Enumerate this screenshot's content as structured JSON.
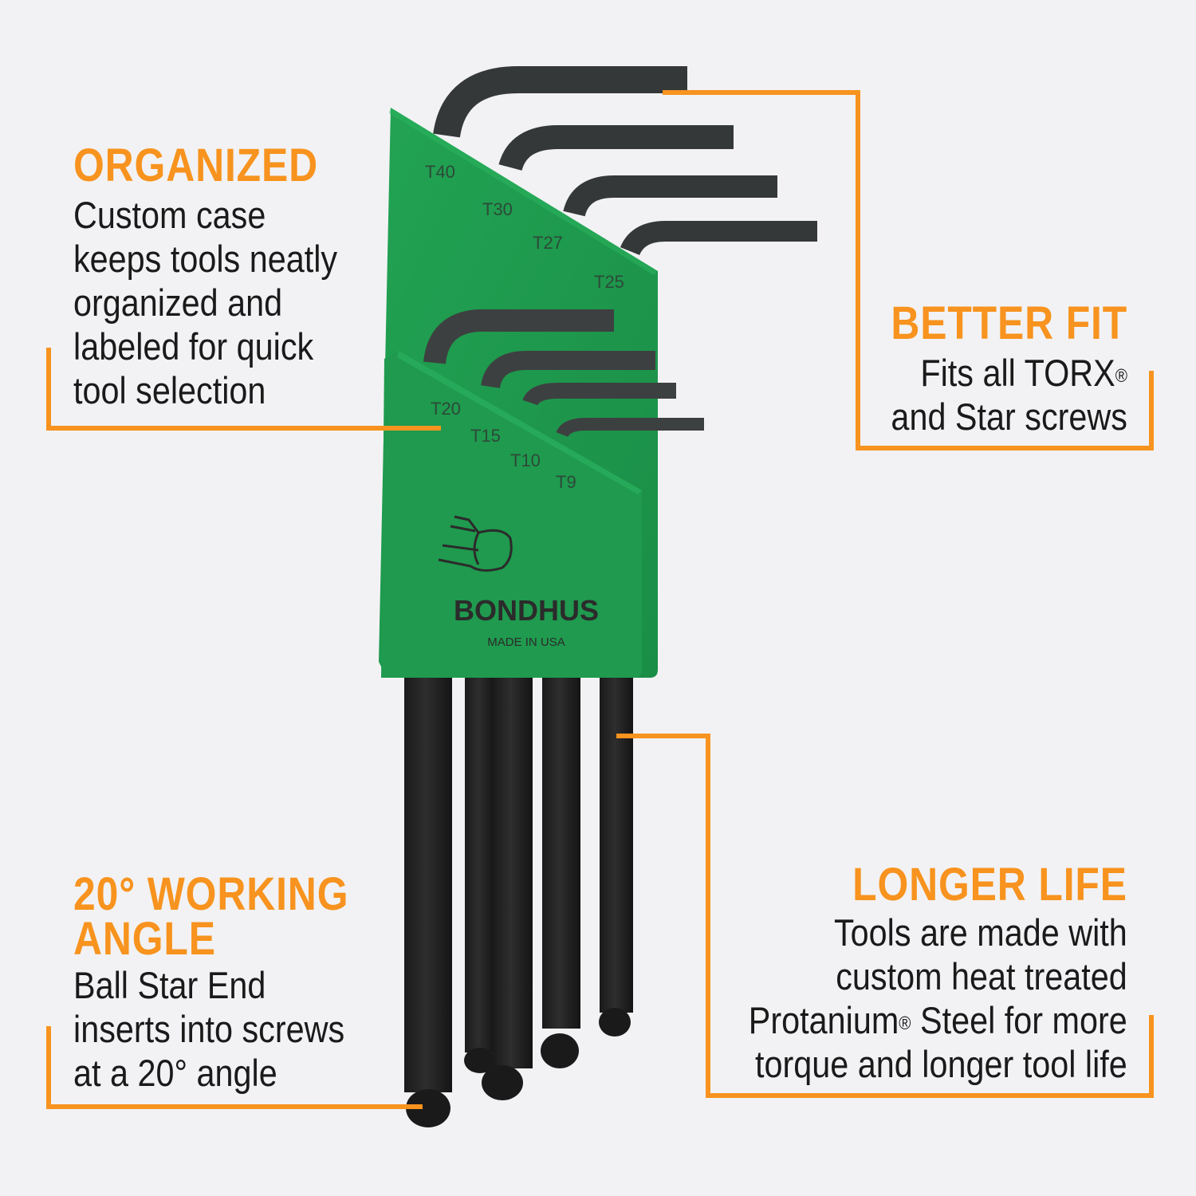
{
  "callouts": {
    "organized": {
      "title": "ORGANIZED",
      "lines": [
        "Custom case",
        "keeps tools neatly",
        "organized and",
        "labeled for quick",
        "tool selection"
      ]
    },
    "better_fit": {
      "title": "BETTER FIT",
      "line1_pre": "Fits all TORX",
      "line1_sup": "®",
      "line2": "and Star screws"
    },
    "working_angle": {
      "title_line1": "20° WORKING",
      "title_line2": "ANGLE",
      "lines": [
        "Ball Star End",
        "inserts into screws",
        "at a 20° angle"
      ]
    },
    "longer_life": {
      "title": "LONGER LIFE",
      "line1": "Tools are made with",
      "line2": "custom heat treated",
      "line3_pre": "Protanium",
      "line3_sup": "®",
      "line3_post": " Steel for more",
      "line4": "torque and longer tool life"
    }
  },
  "product": {
    "brand": "BONDHUS",
    "origin": "MADE IN USA",
    "upper_sizes": [
      "T40",
      "T30",
      "T27",
      "T25"
    ],
    "lower_sizes": [
      "T20",
      "T15",
      "T10",
      "T9"
    ]
  },
  "colors": {
    "accent": "#f7931e",
    "case_green": "#1f9a4e",
    "tool_dark": "#2a2c2c",
    "background": "#f2f2f4"
  }
}
